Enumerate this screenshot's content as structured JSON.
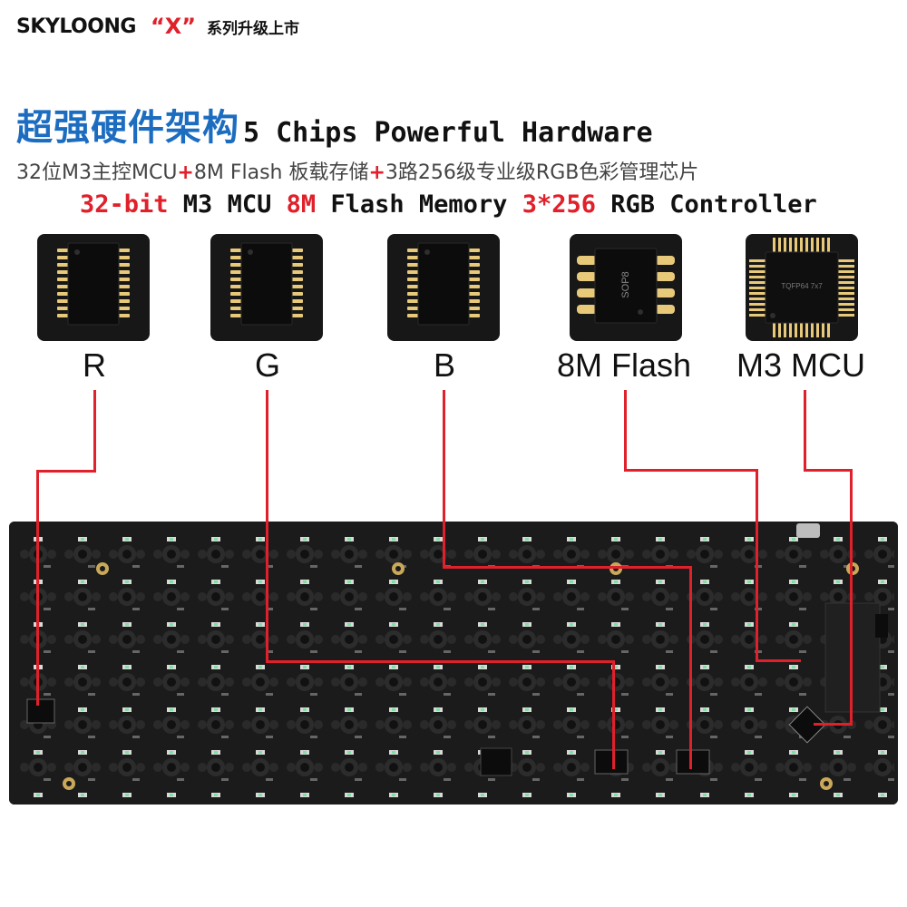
{
  "brand": {
    "logo": "SKYLOONG",
    "x_mark": "“X”",
    "tagline": "系列升级上市"
  },
  "title": {
    "cn": "超强硬件架构",
    "en": "5 Chips Powerful Hardware"
  },
  "subtitle": {
    "part1": "32位M3主控MCU",
    "plus1": "+",
    "part2": "8M Flash 板载存储",
    "plus2": "+",
    "part3": "3路256级专业级RGB色彩管理芯片"
  },
  "spec": {
    "s1": "32-bit",
    "s2": " M3 MCU ",
    "s3": "8M",
    "s4": " Flash Memory ",
    "s5": "3*256",
    "s6": " RGB Controller"
  },
  "chips": [
    {
      "label": "R",
      "package": ""
    },
    {
      "label": "G",
      "package": ""
    },
    {
      "label": "B",
      "package": ""
    },
    {
      "label": "8M Flash",
      "package": "SOP8"
    },
    {
      "label": "M3 MCU",
      "package": "TQFP64 7x7"
    }
  ],
  "colors": {
    "accent_red": "#e0202a",
    "title_blue": "#1c6cc0",
    "board": "#1b1b1b",
    "pin": "#e8c97a"
  }
}
